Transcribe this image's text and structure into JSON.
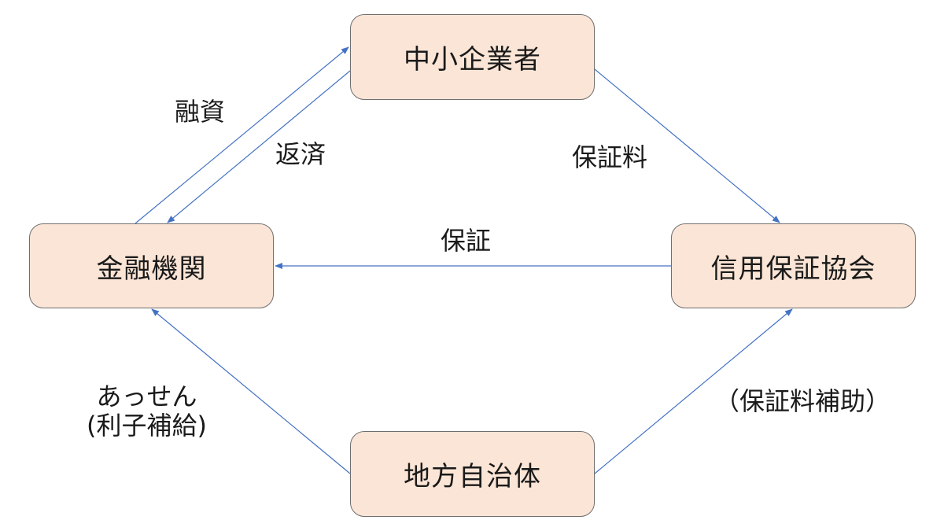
{
  "nodes": {
    "sme": "中小企業者",
    "bank": "金融機関",
    "guarantee_assoc": "信用保証協会",
    "local_gov": "地方自治体"
  },
  "edges": {
    "loan": "融資",
    "repayment": "返済",
    "guarantee_fee": "保証料",
    "guarantee": "保証",
    "mediation_line1": "あっせん",
    "mediation_line2": "(利子補給)",
    "fee_subsidy": "（保証料補助）"
  },
  "colors": {
    "node_fill": "#fbe5d6",
    "node_border": "#6f6f6f",
    "arrow": "#4472c4"
  }
}
